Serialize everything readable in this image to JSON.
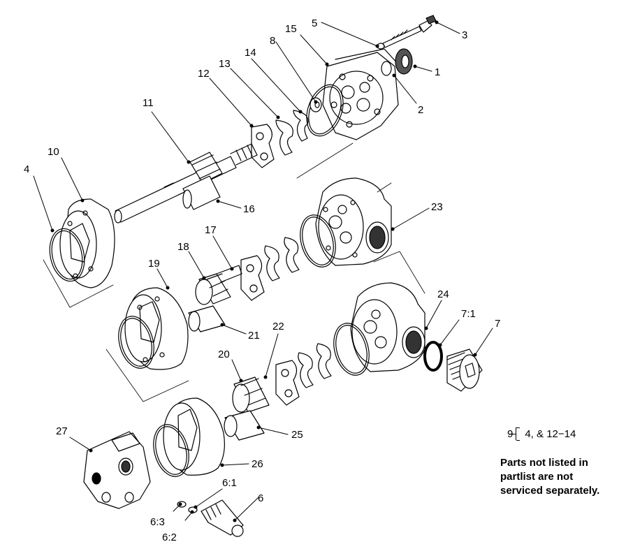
{
  "callouts": {
    "c1": "1",
    "c2": "2",
    "c3": "3",
    "c4": "4",
    "c5": "5",
    "c6": "6",
    "c6_1": "6:1",
    "c6_2": "6:2",
    "c6_3": "6:3",
    "c7": "7",
    "c7_1": "7:1",
    "c8": "8",
    "c10": "10",
    "c11": "11",
    "c12": "12",
    "c13": "13",
    "c14": "14",
    "c15": "15",
    "c16": "16",
    "c17": "17",
    "c18": "18",
    "c19": "19",
    "c20": "20",
    "c21": "21",
    "c22": "22",
    "c23": "23",
    "c24": "24",
    "c25": "25",
    "c26": "26",
    "c27": "27"
  },
  "reference_note": {
    "left": "9",
    "right": "4, & 12−14"
  },
  "service_note": {
    "line1": "Parts not listed in",
    "line2": "partlist are not",
    "line3": "serviced separately."
  }
}
